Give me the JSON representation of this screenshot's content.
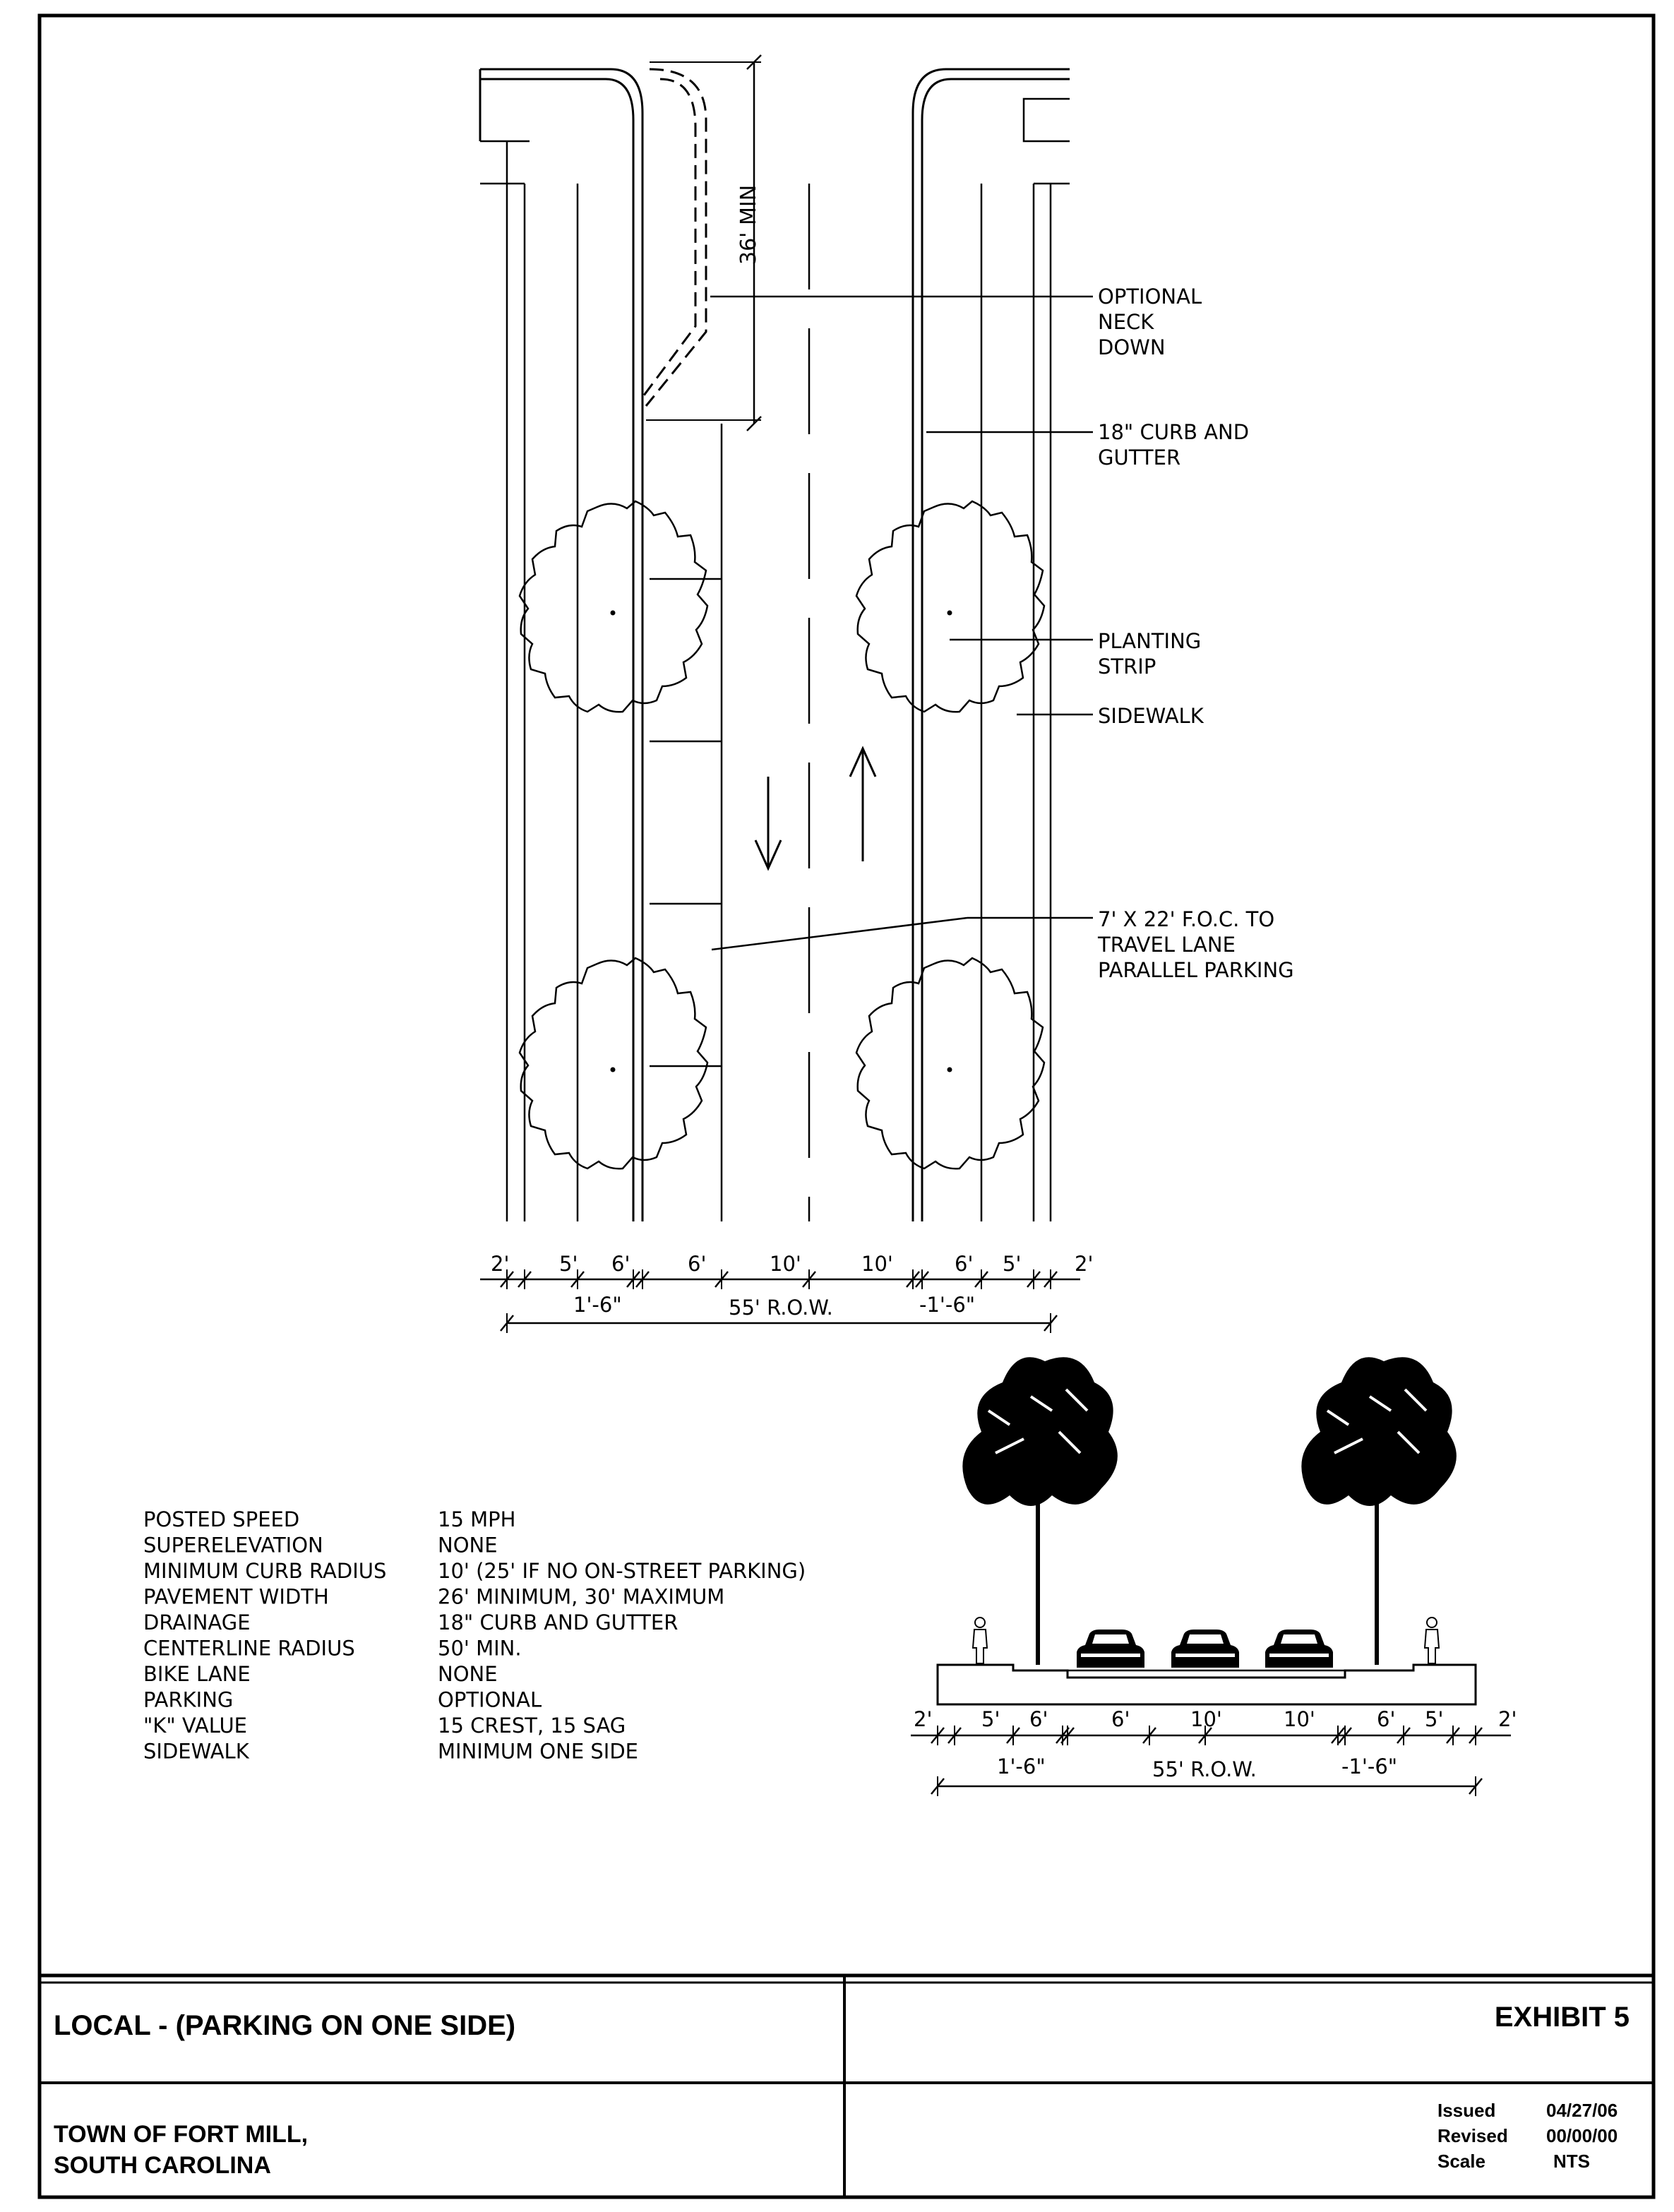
{
  "plan": {
    "label_36_min": "36' MIN",
    "callouts": {
      "neck_down": [
        "OPTIONAL",
        "NECK",
        "DOWN"
      ],
      "curb": [
        "18\" CURB AND",
        "GUTTER"
      ],
      "planting": [
        "PLANTING",
        "STRIP"
      ],
      "sidewalk": [
        "SIDEWALK"
      ],
      "parking": [
        "7' X 22' F.O.C. TO",
        "TRAVEL LANE",
        "PARALLEL PARKING"
      ]
    },
    "dims": [
      "2'",
      "5'",
      "6'",
      "6'",
      "10'",
      "10'",
      "6'",
      "5'",
      "2'"
    ],
    "curb_left": "1'-6\"",
    "curb_right": "-1'-6\"",
    "row": "55' R.O.W."
  },
  "section": {
    "dims": [
      "2'",
      "5'",
      "6'",
      "6'",
      "10'",
      "10'",
      "6'",
      "5'",
      "2'"
    ],
    "curb_left": "1'-6\"",
    "curb_right": "-1'-6\"",
    "row": "55' R.O.W."
  },
  "specs": [
    {
      "label": "POSTED SPEED",
      "value": "15 MPH"
    },
    {
      "label": "SUPERELEVATION",
      "value": "NONE"
    },
    {
      "label": "MINIMUM CURB RADIUS",
      "value": "10' (25' IF NO ON-STREET PARKING)"
    },
    {
      "label": "PAVEMENT WIDTH",
      "value": "26' MINIMUM, 30' MAXIMUM"
    },
    {
      "label": "DRAINAGE",
      "value": "18\" CURB AND GUTTER"
    },
    {
      "label": "CENTERLINE RADIUS",
      "value": "50' MIN."
    },
    {
      "label": "BIKE LANE",
      "value": "NONE"
    },
    {
      "label": "PARKING",
      "value": "OPTIONAL"
    },
    {
      "label": "\"K\" VALUE",
      "value": "15 CREST, 15 SAG"
    },
    {
      "label": "SIDEWALK",
      "value": "MINIMUM ONE SIDE"
    }
  ],
  "title_block": {
    "title": "LOCAL - (PARKING ON ONE SIDE)",
    "exhibit": "EXHIBIT 5",
    "town_line1": "TOWN OF FORT MILL,",
    "town_line2": "SOUTH CAROLINA",
    "issued_label": "Issued",
    "issued_value": "04/27/06",
    "revised_label": "Revised",
    "revised_value": "00/00/00",
    "scale_label": "Scale",
    "scale_value": "NTS"
  }
}
